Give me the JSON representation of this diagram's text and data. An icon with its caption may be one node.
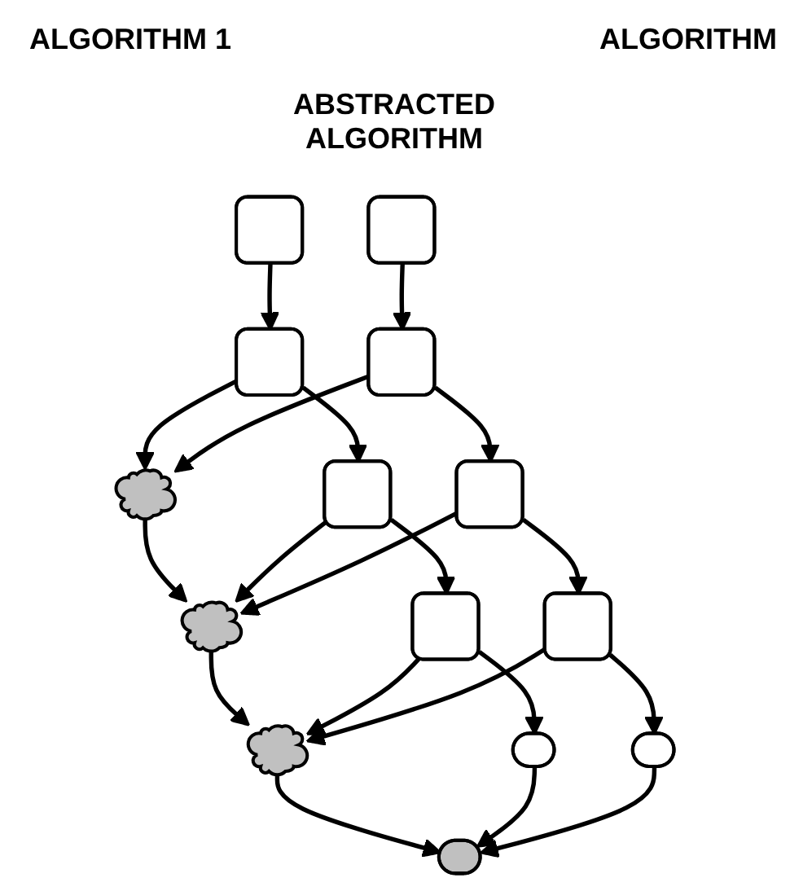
{
  "diagram": {
    "nodes": [
      {
        "text": [],
        "shape": "box"
      },
      {
        "text": [],
        "shape": "box"
      },
      {
        "text": [],
        "shape": "box"
      },
      {
        "text": [],
        "shape": "box"
      },
      {
        "text": [],
        "shape": "ellipse"
      },
      {
        "text": [],
        "shape": "cloud"
      },
      {
        "text": [],
        "shape": "cloud"
      },
      {
        "text": [],
        "shape": "cloud"
      },
      {
        "text": [],
        "shape": "ellipse"
      },
      {
        "text": [],
        "shape": "box"
      },
      {
        "text": [],
        "shape": "box"
      },
      {
        "text": [],
        "shape": "box"
      },
      {
        "text": [],
        "shape": "box"
      },
      {
        "text": [],
        "shape": "ellipse"
      }
    ],
    "edges": [
      {
        "from": 0,
        "to": 1,
        "arrow": "to"
      },
      {
        "from": 1,
        "to": 2,
        "arrow": "to"
      },
      {
        "from": 2,
        "to": 3,
        "arrow": "to"
      },
      {
        "from": 3,
        "to": 4,
        "arrow": "to"
      },
      {
        "from": 5,
        "to": 6,
        "arrow": "to"
      },
      {
        "from": 6,
        "to": 7,
        "arrow": "to"
      },
      {
        "from": 7,
        "to": 8,
        "arrow": "to"
      },
      {
        "from": 9,
        "to": 10,
        "arrow": "to"
      },
      {
        "from": 10,
        "to": 11,
        "arrow": "to"
      },
      {
        "from": 11,
        "to": 12,
        "arrow": "to"
      },
      {
        "from": 12,
        "to": 13,
        "arrow": "to"
      },
      {
        "from": 1,
        "to": 5,
        "arrow": "to"
      },
      {
        "from": 2,
        "to": 6,
        "arrow": "to"
      },
      {
        "from": 3,
        "to": 7,
        "arrow": "to"
      },
      {
        "from": 4,
        "to": 8,
        "arrow": "to"
      },
      {
        "from": 10,
        "to": 5,
        "arrow": "to"
      },
      {
        "from": 11,
        "to": 6,
        "arrow": "to"
      },
      {
        "from": 12,
        "to": 7,
        "arrow": "to"
      },
      {
        "from": 13,
        "to": 8,
        "arrow": "to"
      }
    ],
    "labels": [
      "ALGORITHM 1",
      "ALGORITHM",
      "ABSTRACTED ALGORITHM"
    ]
  }
}
